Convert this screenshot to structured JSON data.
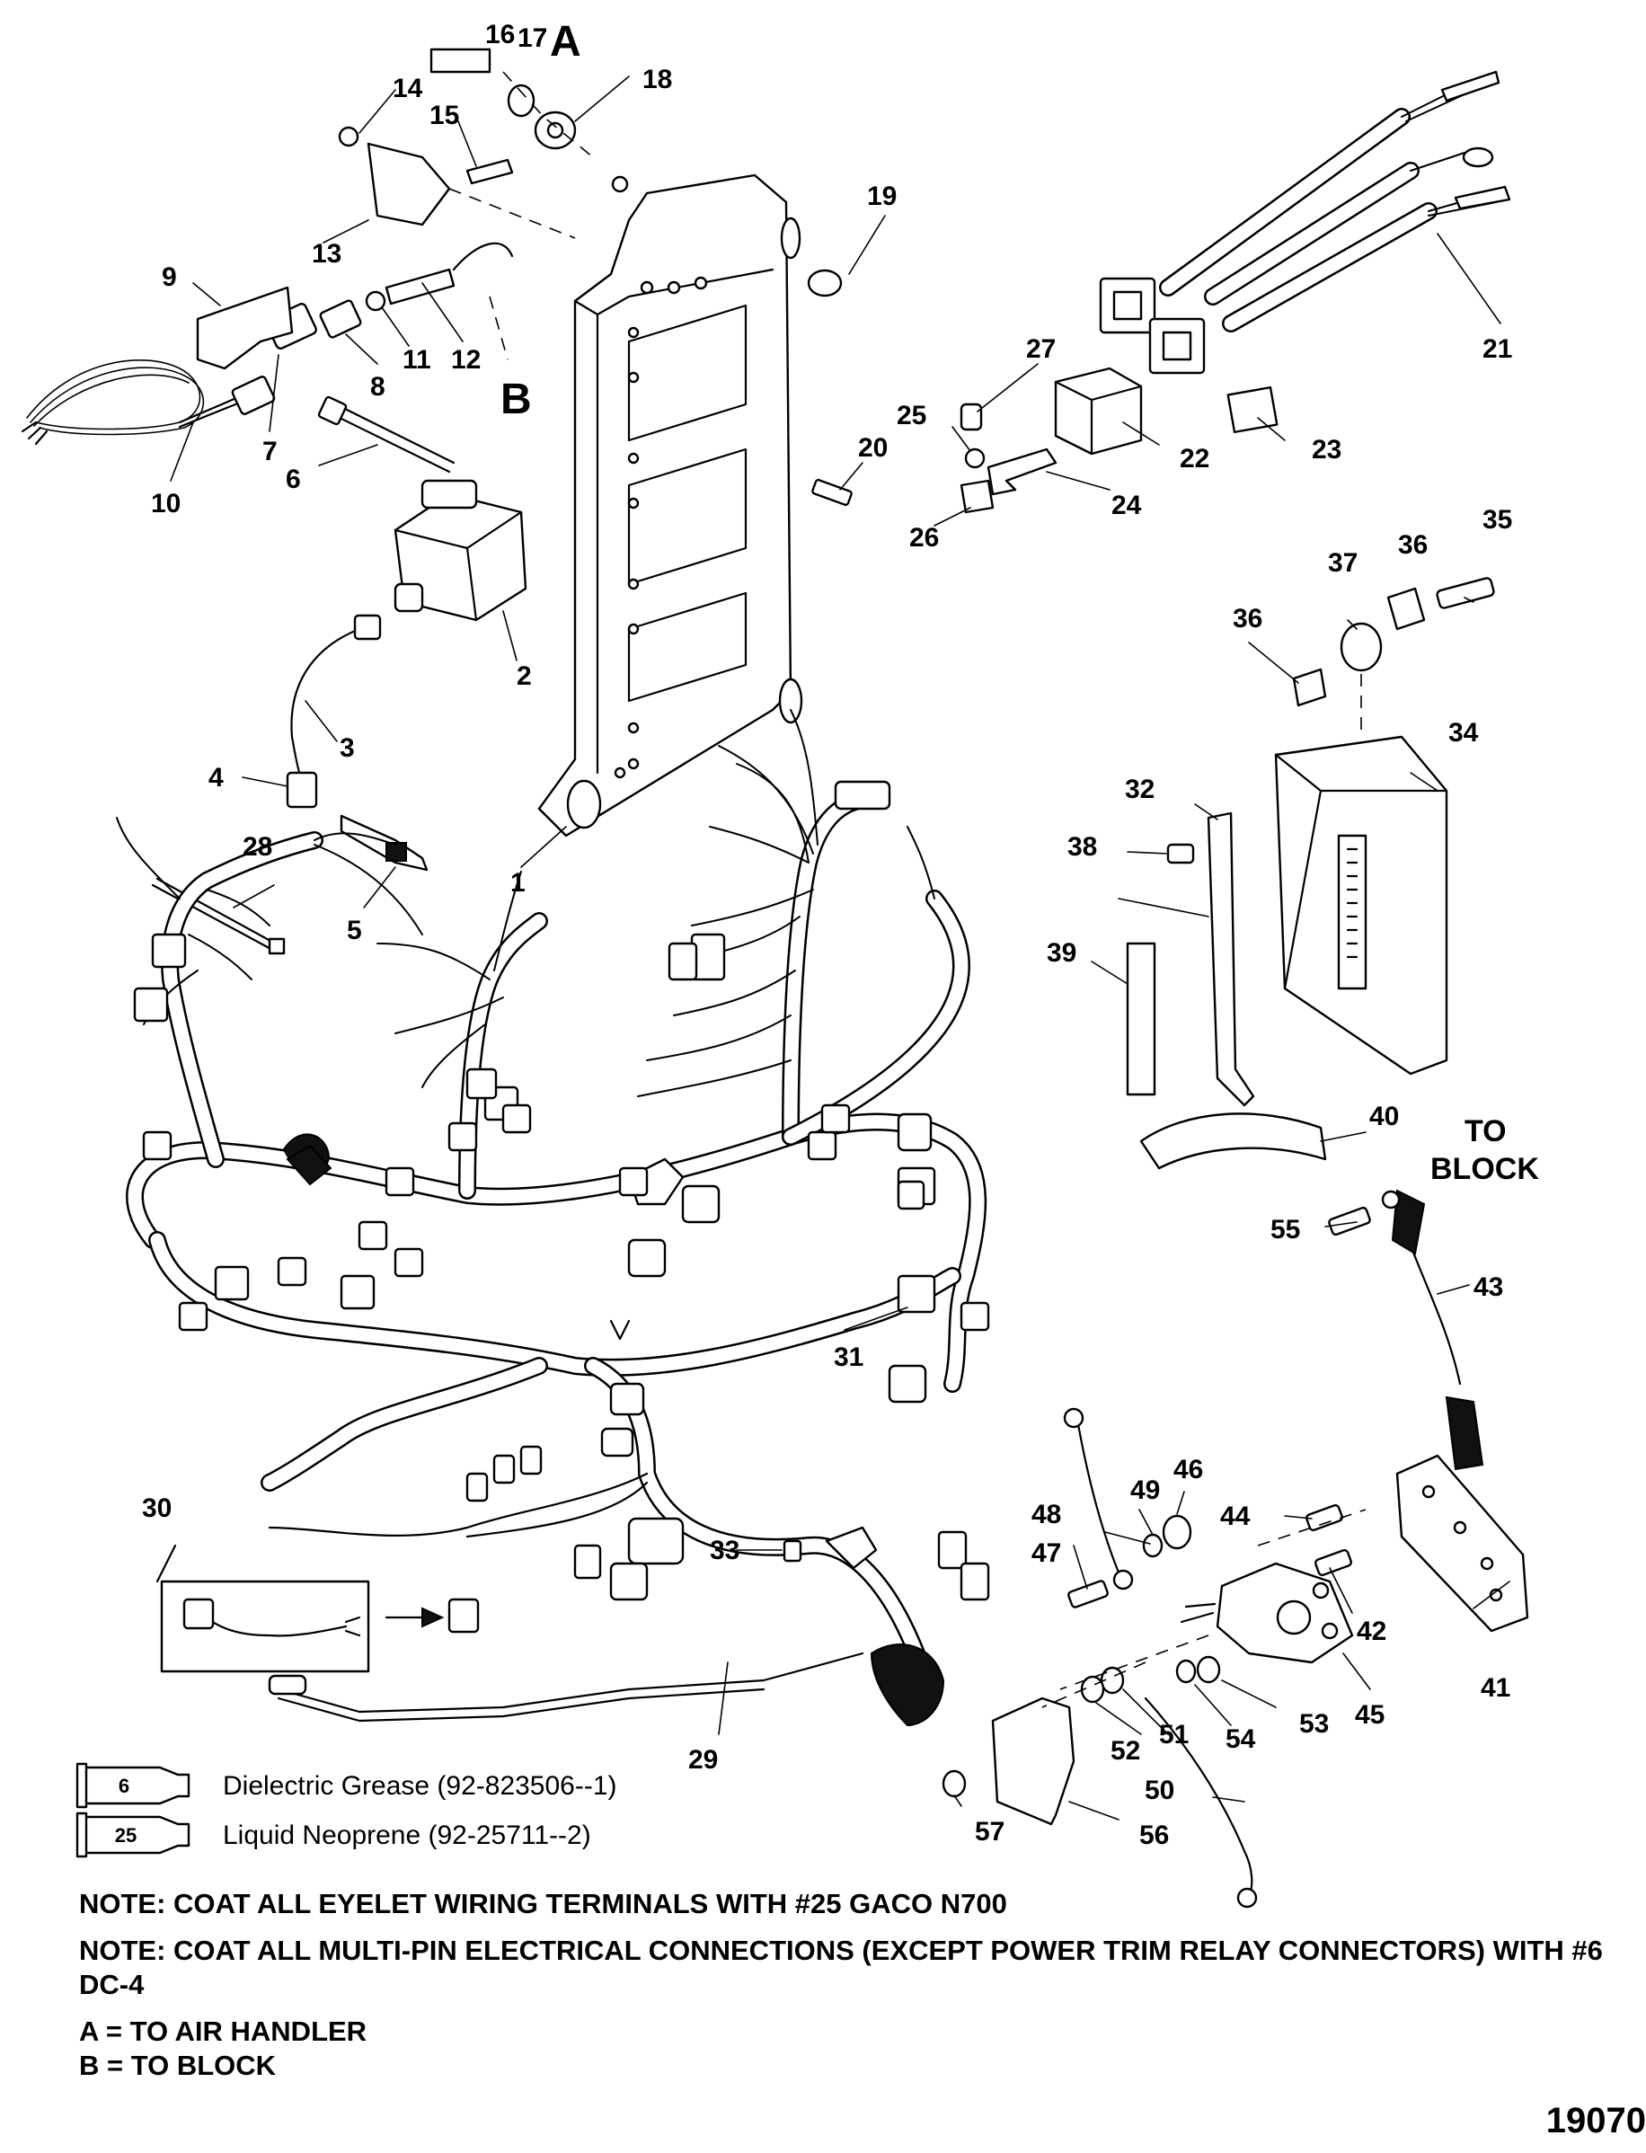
{
  "diagram": {
    "callouts": [
      "1",
      "2",
      "3",
      "4",
      "5",
      "6",
      "7",
      "8",
      "9",
      "10",
      "11",
      "12",
      "13",
      "14",
      "15",
      "16",
      "17",
      "18",
      "19",
      "20",
      "21",
      "22",
      "23",
      "24",
      "25",
      "26",
      "27",
      "28",
      "29",
      "30",
      "31",
      "32",
      "33",
      "34",
      "35",
      "36",
      "36",
      "37",
      "38",
      "39",
      "40",
      "41",
      "42",
      "43",
      "44",
      "45",
      "46",
      "47",
      "48",
      "49",
      "50",
      "51",
      "52",
      "53",
      "54",
      "55",
      "56",
      "57"
    ],
    "letter_a": "A",
    "letter_b": "B",
    "to_block": [
      "TO",
      "BLOCK"
    ]
  },
  "legend": [
    {
      "tube_number": "6",
      "text": "Dielectric Grease (92-823506--1)"
    },
    {
      "tube_number": "25",
      "text": "Liquid Neoprene (92-25711--2)"
    }
  ],
  "notes": [
    "NOTE: COAT ALL EYELET WIRING TERMINALS WITH #25 GACO N700",
    "NOTE: COAT ALL MULTI-PIN ELECTRICAL CONNECTIONS (EXCEPT POWER TRIM RELAY CONNECTORS) WITH #6 DC-4"
  ],
  "key": [
    "A = TO AIR HANDLER",
    "B = TO BLOCK"
  ],
  "figure_id": "19070"
}
